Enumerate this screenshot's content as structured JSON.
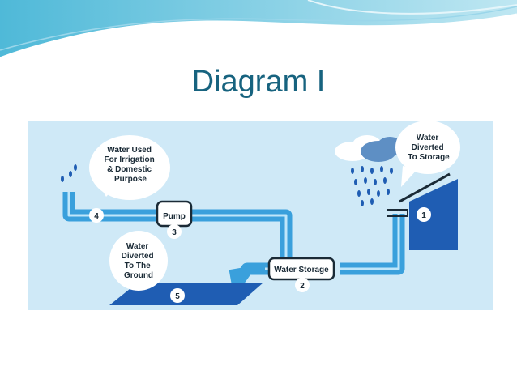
{
  "slide": {
    "title": "Diagram I"
  },
  "diagram": {
    "steps": [
      {
        "number": "1",
        "label_lines": [
          "Water",
          "Diverted",
          "To Storage"
        ]
      },
      {
        "number": "2",
        "label_lines": [
          "Water Storage"
        ]
      },
      {
        "number": "3",
        "label_lines": [
          "Pump"
        ]
      },
      {
        "number": "4",
        "label_lines": [
          "Water Used",
          "For Irrigation",
          "& Domestic",
          "Purpose"
        ]
      },
      {
        "number": "5",
        "label_lines": [
          "Water",
          "Diverted",
          "To The",
          "Ground"
        ]
      }
    ]
  },
  "colors": {
    "background": "#ffffff",
    "title": "#17637f",
    "diagram_bg": "#cfe9f7",
    "pipe": "#3aa0dc",
    "pipe_highlight": "#bfe6fa",
    "dark_blue": "#1f5db3",
    "cloud": "#5e8fc4"
  }
}
